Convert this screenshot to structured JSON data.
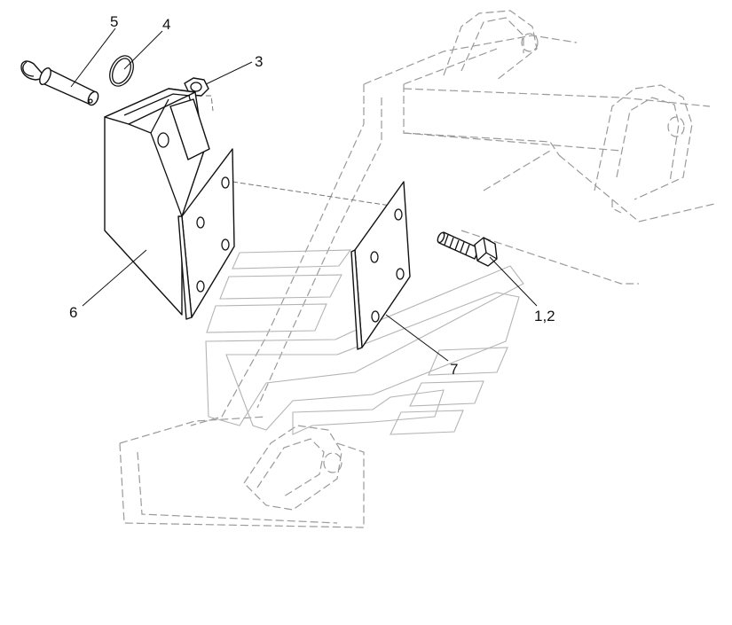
{
  "callouts": {
    "c5": "5",
    "c4": "4",
    "c3": "3",
    "c6": "6",
    "c12": "1,2",
    "c7": "7"
  }
}
